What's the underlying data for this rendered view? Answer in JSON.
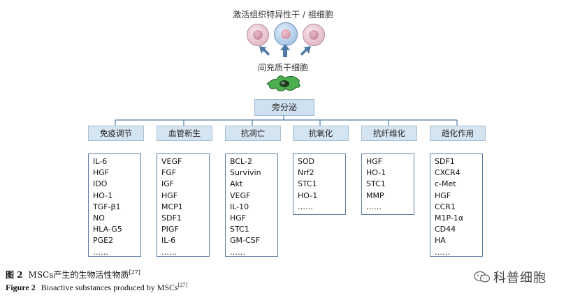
{
  "top_title": "激活组织特异性干 / 祖细胞",
  "msc_label": "间充质干细胞",
  "secretion_label": "旁分泌",
  "categories": [
    {
      "label": "免疫调节",
      "items": [
        "IL-6",
        "HGF",
        "IDO",
        "HO-1",
        "TGF-β1",
        "NO",
        "HLA-G5",
        "PGE2",
        "……"
      ]
    },
    {
      "label": "血管新生",
      "items": [
        "VEGF",
        "FGF",
        "IGF",
        "HGF",
        "MCP1",
        "SDF1",
        "PIGF",
        "IL-6",
        "……"
      ]
    },
    {
      "label": "抗凋亡",
      "items": [
        "BCL-2",
        "Survivin",
        "Akt",
        "VEGF",
        "IL-10",
        "HGF",
        "STC1",
        "GM-CSF",
        "……"
      ]
    },
    {
      "label": "抗氧化",
      "items": [
        "SOD",
        "Nrf2",
        "STC1",
        "HO-1",
        "……"
      ]
    },
    {
      "label": "抗纤维化",
      "items": [
        "HGF",
        "HO-1",
        "STC1",
        "MMP",
        "……"
      ]
    },
    {
      "label": "趋化作用",
      "items": [
        "SDF1",
        "CXCR4",
        "c-Met",
        "HGF",
        "CCR1",
        "M1P-1α",
        "CD44",
        "HA",
        "……"
      ]
    }
  ],
  "caption_cn": {
    "fig": "图 2",
    "text": "MSCs产生的生物活性物质",
    "ref": "[27]"
  },
  "caption_en": {
    "fig": "Figure 2",
    "text": "Bioactive substances produced by MSCs",
    "ref": "[27]"
  },
  "watermark": "科普细胞",
  "colors": {
    "arrow": "#4f7aa6",
    "cell_outer": "#d9b8c4",
    "cell_center": "#9fc3e6",
    "msc": "#3a9a4a"
  }
}
